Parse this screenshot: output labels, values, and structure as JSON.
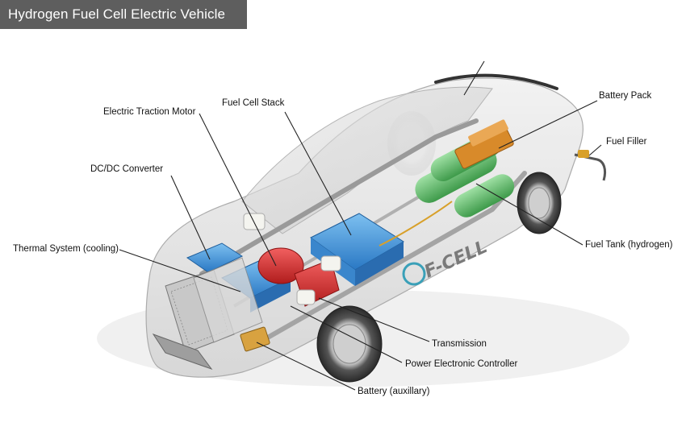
{
  "title": "Hydrogen Fuel Cell Electric Vehicle",
  "brand_badge": "F-CELL",
  "labels": {
    "electric_traction_motor": "Electric Traction Motor",
    "fuel_cell_stack": "Fuel Cell Stack",
    "battery_pack": "Battery Pack",
    "fuel_filler": "Fuel Filler",
    "dc_dc_converter": "DC/DC Converter",
    "thermal_system": "Thermal System (cooling)",
    "fuel_tank": "Fuel Tank (hydrogen)",
    "transmission": "Transmission",
    "power_electronic_controller": "Power Electronic Controller",
    "battery_auxiliary": "Battery (auxillary)"
  },
  "colors": {
    "title_bar": "#5e5e5e",
    "battery_blue": "#3a8fd8",
    "motor_red": "#d42a2a",
    "tank_green": "#5fbf6a",
    "battery_pack_orange": "#d88a2a",
    "leader_line": "#222222"
  }
}
